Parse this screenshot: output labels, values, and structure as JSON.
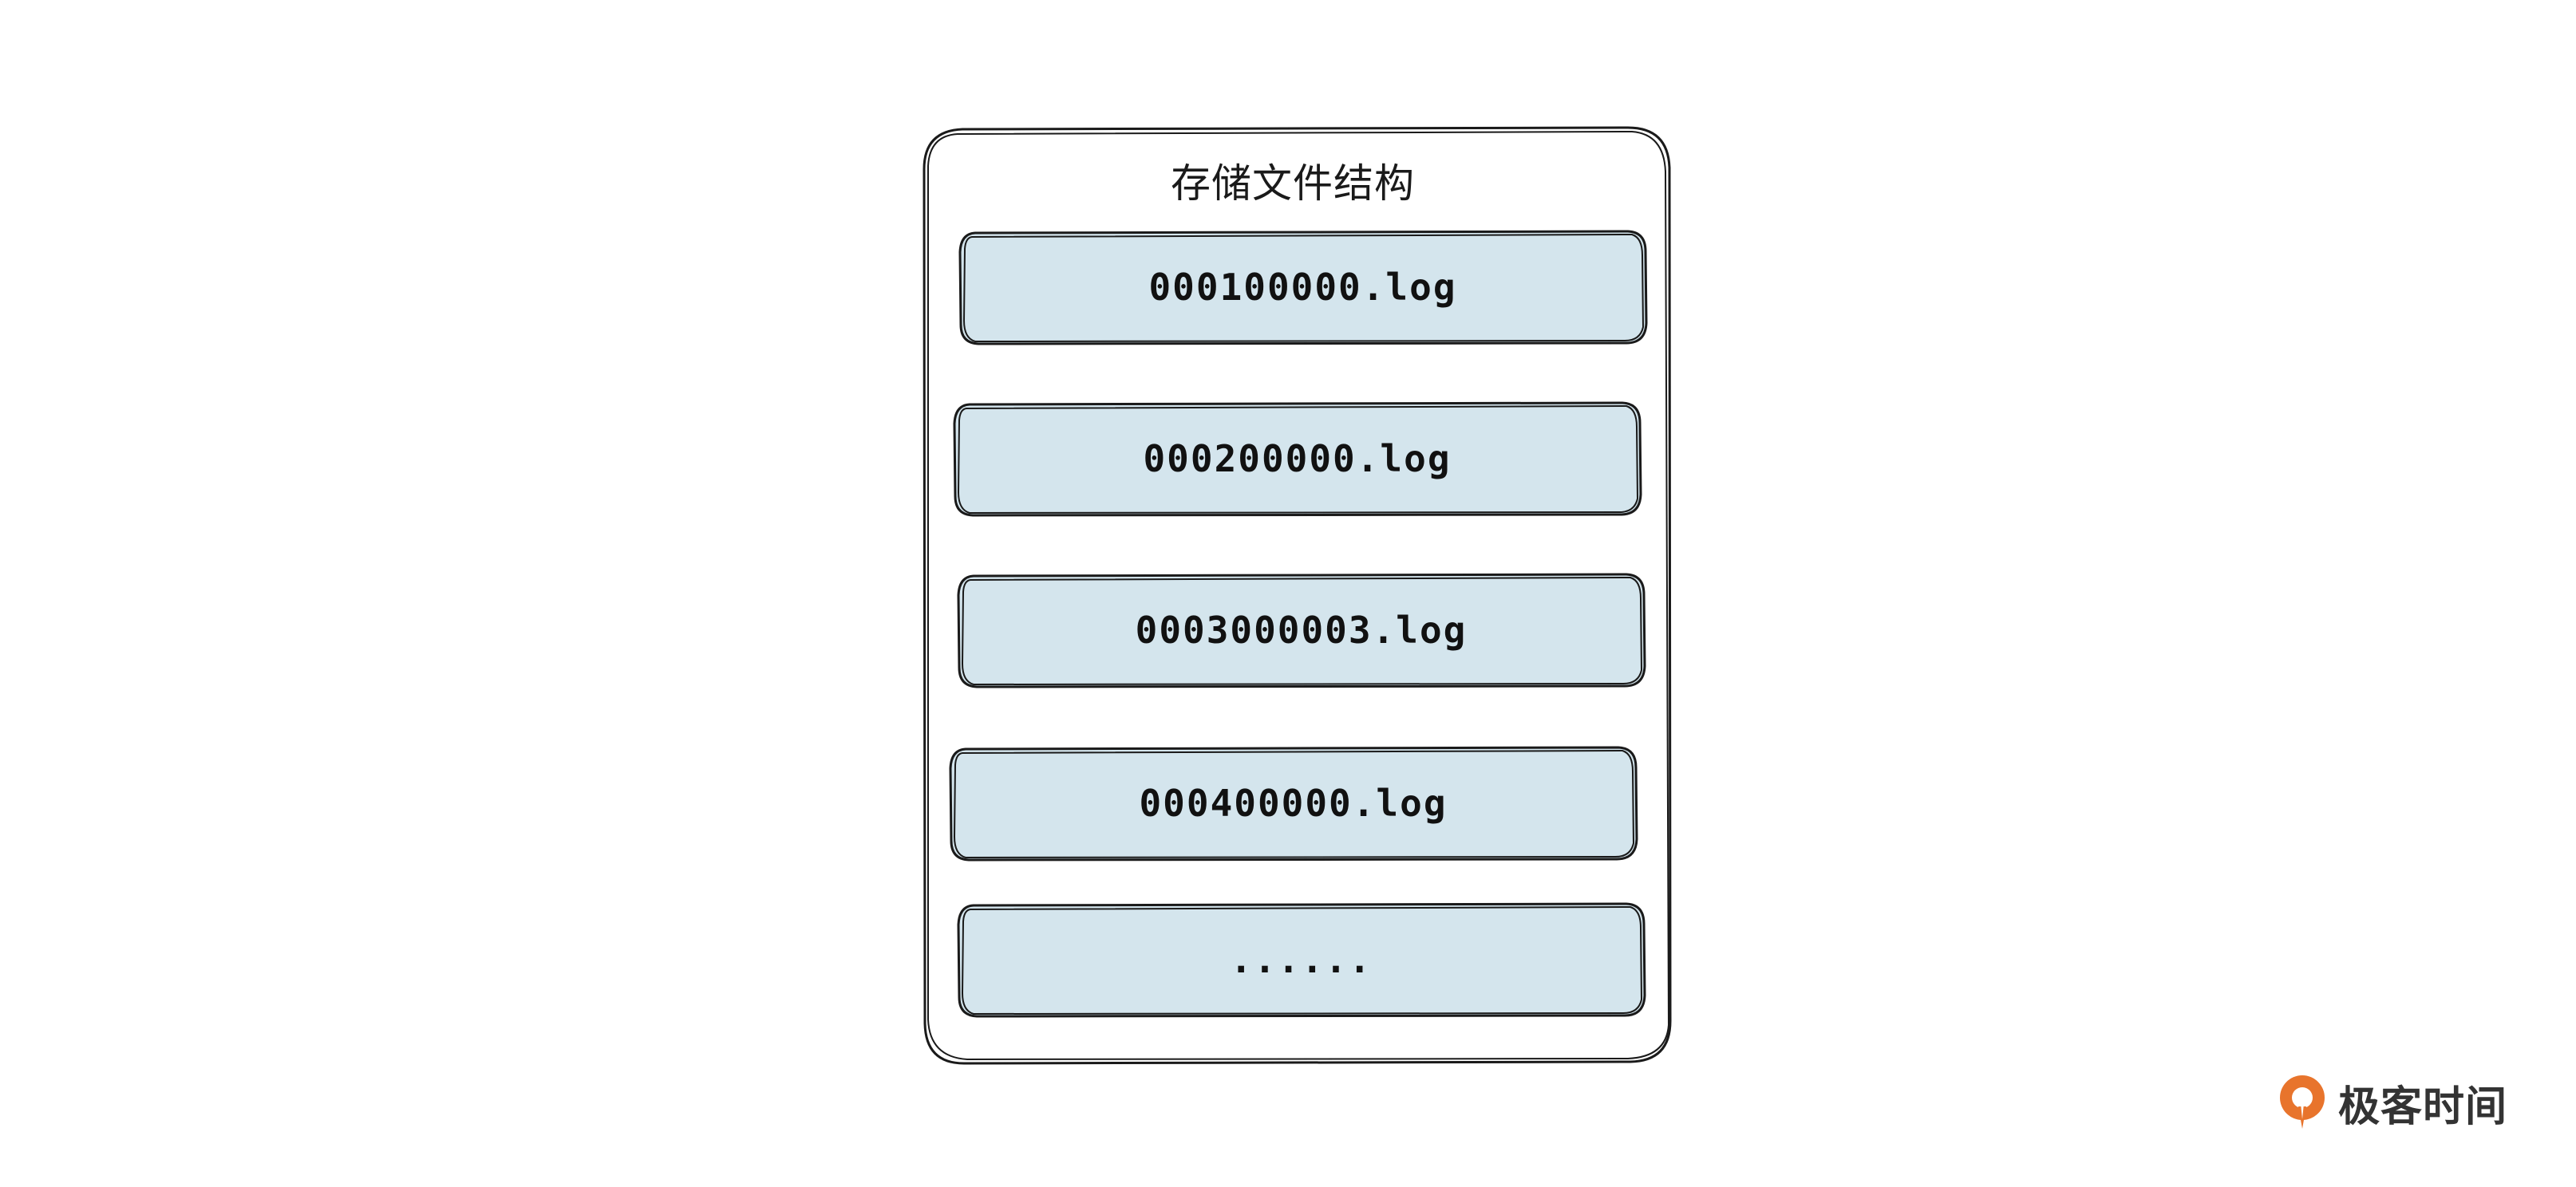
{
  "diagram": {
    "title": "存储文件结构",
    "files": [
      {
        "label": "000100000.log"
      },
      {
        "label": "000200000.log"
      },
      {
        "label": "0003000003.log"
      },
      {
        "label": "000400000.log"
      },
      {
        "label": "......"
      }
    ],
    "colors": {
      "box_fill": "#d4e5ed",
      "stroke": "#1a1a1a",
      "logo_orange": "#e8742c"
    }
  },
  "watermark": {
    "text": "极客时间"
  }
}
